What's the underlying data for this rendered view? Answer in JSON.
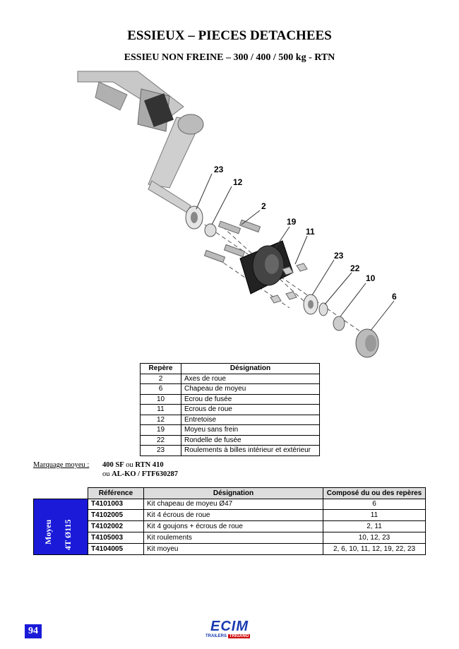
{
  "header": {
    "title": "ESSIEUX – PIECES DETACHEES",
    "subtitle": "ESSIEU NON FREINE – 300 / 400 / 500 kg - RTN"
  },
  "diagram": {
    "callouts": [
      "23",
      "12",
      "2",
      "19",
      "11",
      "23",
      "22",
      "10",
      "6"
    ]
  },
  "parts_table": {
    "headers": [
      "Repère",
      "Désignation"
    ],
    "rows": [
      [
        "2",
        "Axes de roue"
      ],
      [
        "6",
        "Chapeau de moyeu"
      ],
      [
        "10",
        "Ecrou de fusée"
      ],
      [
        "11",
        "Ecrous de roue"
      ],
      [
        "12",
        "Entretoise"
      ],
      [
        "19",
        "Moyeu sans frein"
      ],
      [
        "22",
        "Rondelle de fusée"
      ],
      [
        "23",
        "Roulements à billes intérieur et extérieur"
      ]
    ]
  },
  "marking": {
    "label": "Marquage moyeu :",
    "line1_a": "400 SF",
    "line1_b": " ou ",
    "line1_c": "RTN 410",
    "line2_a": "ou ",
    "line2_b": "AL-KO / FTF630287"
  },
  "kits_table": {
    "headers": [
      "Référence",
      "Désignation",
      "Composé du ou des repères"
    ],
    "side_label_1": "Moyeu",
    "side_label_2": "4T Ø115",
    "rows": [
      [
        "T4101003",
        "Kit chapeau de moyeu Ø47",
        "6"
      ],
      [
        "T4102005",
        "Kit 4 écrous de roue",
        "11"
      ],
      [
        "T4102002",
        "Kit 4 goujons + écrous de roue",
        "2, 11"
      ],
      [
        "T4105003",
        "Kit roulements",
        "10, 12, 23"
      ],
      [
        "T4104005",
        "Kit moyeu",
        "2, 6, 10, 11, 12, 19, 22, 23"
      ]
    ]
  },
  "footer": {
    "page_number": "94",
    "logo_text": "ECIM",
    "logo_tag_a": "TRAILERS ",
    "logo_tag_b": "TRIGANO"
  },
  "colors": {
    "accent_blue": "#1a1ad8",
    "brand_blue": "#1a3bb0",
    "brand_red": "#d01010"
  }
}
